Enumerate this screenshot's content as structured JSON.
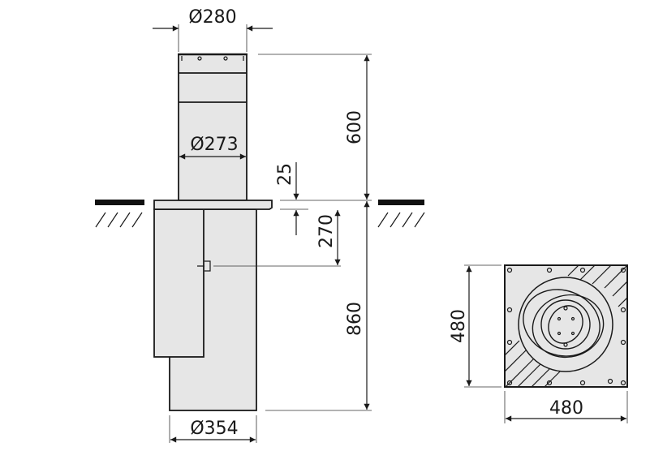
{
  "title": "Bollard dimension drawing",
  "dimensions": {
    "top_diameter": "Ø280",
    "tube_diameter": "Ø273",
    "base_diameter": "Ø354",
    "height_above_ground": "600",
    "flange_thickness": "25",
    "connection_depth": "270",
    "depth_below_ground": "860",
    "plate_height": "480",
    "plate_width": "480"
  },
  "colors": {
    "fill": "#e6e6e6",
    "line": "#1a1a1a"
  }
}
